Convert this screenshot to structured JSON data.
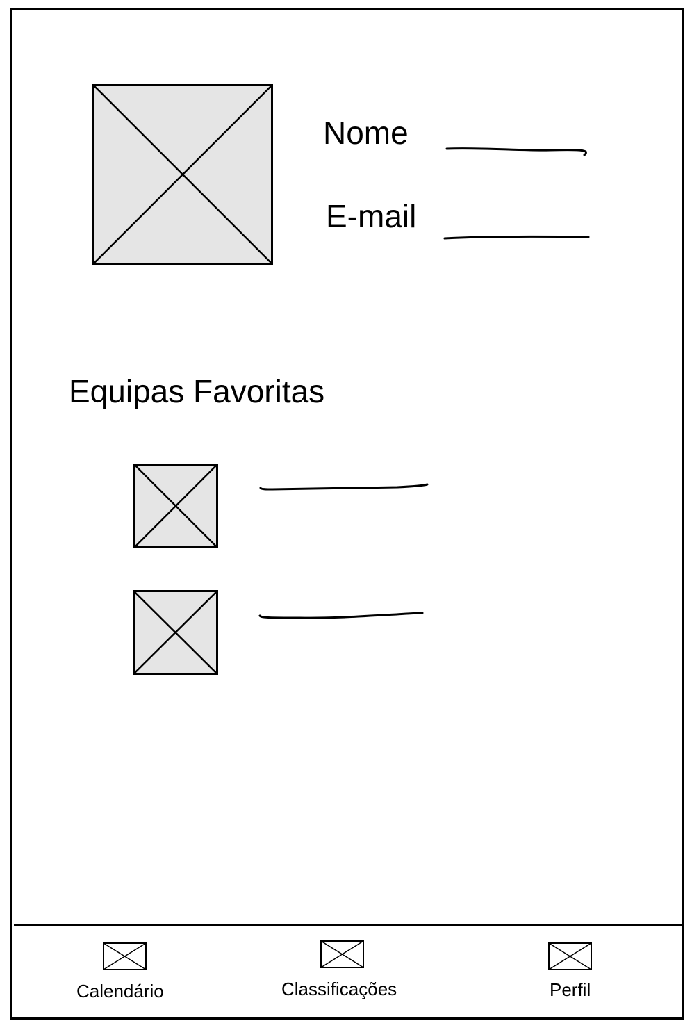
{
  "profile": {
    "name_label": "Nome",
    "email_label": "E-mail",
    "avatar_icon": "image-placeholder-icon"
  },
  "favorites": {
    "title": "Equipas Favoritas",
    "items": [
      {
        "icon": "image-placeholder-icon"
      },
      {
        "icon": "image-placeholder-icon"
      }
    ]
  },
  "tab_bar": {
    "tabs": [
      {
        "label": "Calendário",
        "icon": "image-placeholder-icon"
      },
      {
        "label": "Classificações",
        "icon": "image-placeholder-icon"
      },
      {
        "label": "Perfil",
        "icon": "image-placeholder-icon"
      }
    ]
  },
  "colors": {
    "placeholder_fill": "#e5e5e5",
    "stroke": "#000000",
    "background": "#ffffff"
  }
}
